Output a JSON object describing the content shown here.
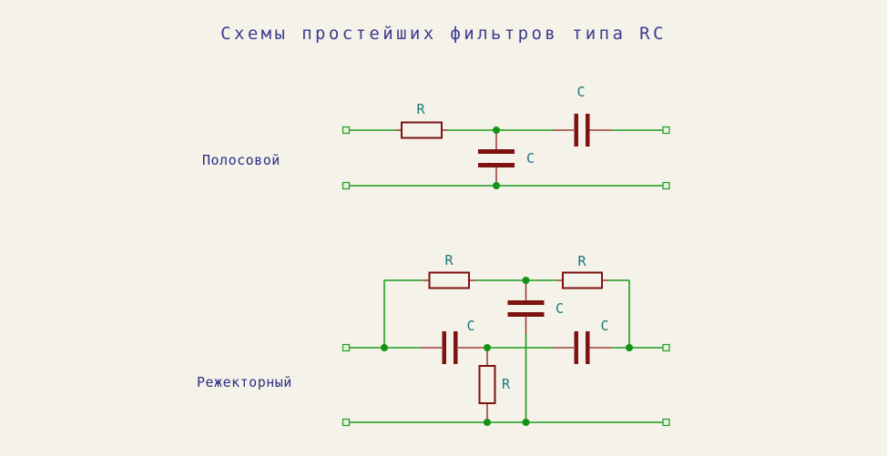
{
  "title": "Схемы простейших фильтров типа RC",
  "colors": {
    "background": "#f4f2e9",
    "wire": "#1d9d1d",
    "junction": "#149314",
    "component": "#7d1210",
    "pin": "#8c1a14",
    "ref_label": "#1a7878",
    "section_label": "#2e2e85",
    "title_text": "#3c3c8f",
    "terminal_fill": "#eaf2e0"
  },
  "circuits": [
    {
      "label": "Полосовой",
      "components": [
        {
          "ref": "R"
        },
        {
          "ref": "C"
        },
        {
          "ref": "C"
        }
      ]
    },
    {
      "label": "Режекторный",
      "components": [
        {
          "ref": "R"
        },
        {
          "ref": "R"
        },
        {
          "ref": "C"
        },
        {
          "ref": "C"
        },
        {
          "ref": "C"
        },
        {
          "ref": "R"
        }
      ]
    }
  ]
}
